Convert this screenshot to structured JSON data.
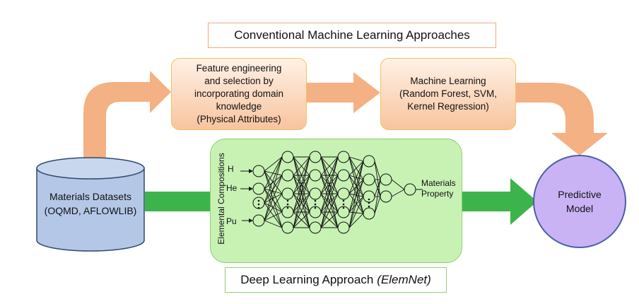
{
  "top_title": {
    "text": "Conventional Machine Learning Approaches"
  },
  "feature_box": {
    "text": "Feature engineering\nand selection by\nincorporating domain\nknowledge\n(Physical Attributes)"
  },
  "ml_box": {
    "text": "Machine Learning\n(Random Forest, SVM,\nKernel Regression)"
  },
  "datasets": {
    "text": "Materials Datasets\n(OQMD, AFLOWLIB)"
  },
  "predictive_model": {
    "text": "Predictive\nModel"
  },
  "network": {
    "side_label": "Elemental Compositions",
    "inputs": [
      "H",
      "He",
      "Pu"
    ],
    "output_label": "Materials\nProperty"
  },
  "bottom_title": {
    "text": "Deep Learning Approach",
    "emphasis": "(ElemNet)"
  },
  "colors": {
    "orange_arrow": "#f4b183",
    "green_arrow": "#3cb44b",
    "cylinder": "#b4c7e7",
    "circle": "#c9b3f5"
  }
}
